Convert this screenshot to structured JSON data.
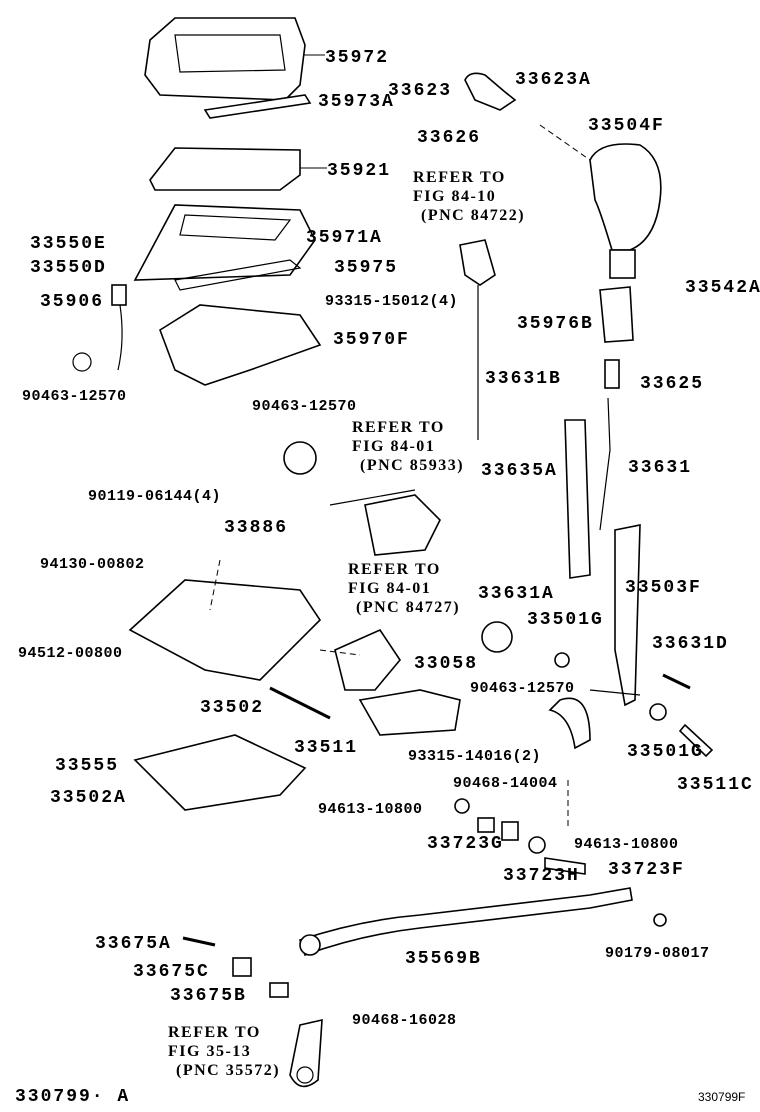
{
  "labels": [
    "35972",
    "33623",
    "33623A",
    "35973A",
    "33626",
    "33504F",
    "35921",
    "35971A",
    "33550E",
    "33550D",
    "35975",
    "35906",
    "33542A",
    "93315-15012(4)",
    "35976B",
    "35970F",
    "90463-12570",
    "33631B",
    "33625",
    "90463-12570",
    "33635A",
    "33631",
    "90119-06144(4)",
    "33886",
    "94130-00802",
    "33631A",
    "33503F",
    "33501G",
    "94512-00800",
    "33631D",
    "33058",
    "90463-12570",
    "33502",
    "33511",
    "93315-14016(2)",
    "33501G",
    "33511C",
    "33555",
    "90468-14004",
    "33502A",
    "94613-10800",
    "33723G",
    "94613-10800",
    "33723H",
    "33723F",
    "33675A",
    "35569B",
    "90179-08017",
    "33675C",
    "33675B",
    "90468-16028"
  ],
  "refs": [
    [
      "REFER TO",
      "FIG 84-10",
      "(PNC 84722)"
    ],
    [
      "REFER TO",
      "FIG 84-01",
      "(PNC 85933)"
    ],
    [
      "REFER TO",
      "FIG 84-01",
      "(PNC 84727)"
    ],
    [
      "REFER TO",
      "FIG 35-13",
      "(PNC 35572)"
    ]
  ],
  "footer": {
    "left": "330799· A",
    "right": "330799F"
  }
}
